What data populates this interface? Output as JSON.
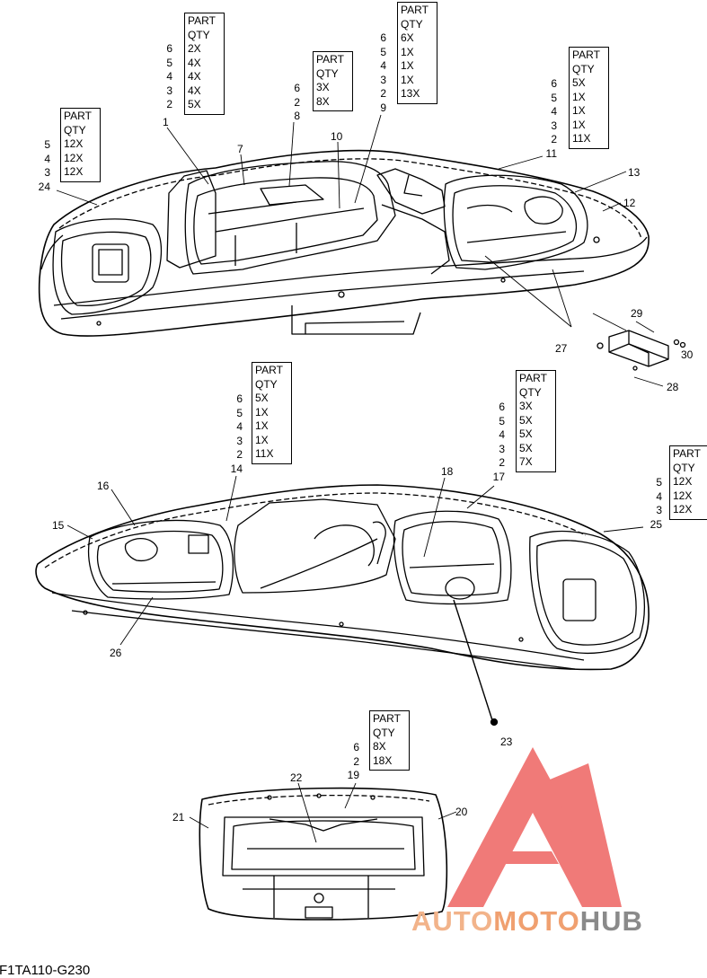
{
  "diagram_code": "F1TA110-G230",
  "watermark": {
    "text_a": "AUTO",
    "text_b": "MOTO",
    "text_c": "HUB",
    "color_a": "#f2b38a",
    "color_b": "#f0a070",
    "color_c": "#8a8a8a",
    "logo_color": "#f07a78"
  },
  "table_header": {
    "part": "PART",
    "qty": "QTY"
  },
  "tables": [
    {
      "parts": [
        "6",
        "5",
        "4",
        "3",
        "2"
      ],
      "qtys": [
        "2X",
        "4X",
        "4X",
        "4X",
        "5X"
      ]
    },
    {
      "parts": [
        "6",
        "2",
        "8"
      ],
      "qtys": [
        "3X",
        "8X"
      ]
    },
    {
      "parts": [
        "6",
        "5",
        "4",
        "3",
        "2",
        "9"
      ],
      "qtys": [
        "6X",
        "1X",
        "1X",
        "1X",
        "13X"
      ]
    },
    {
      "parts": [
        "6",
        "5",
        "4",
        "3",
        "2",
        "11"
      ],
      "qtys": [
        "5X",
        "1X",
        "1X",
        "1X",
        "11X"
      ]
    },
    {
      "parts": [
        "5",
        "4",
        "3",
        "24"
      ],
      "qtys": [
        "12X",
        "12X",
        "12X"
      ]
    },
    {
      "parts": [
        "6",
        "5",
        "4",
        "3",
        "2",
        "14"
      ],
      "qtys": [
        "5X",
        "1X",
        "1X",
        "1X",
        "11X"
      ]
    },
    {
      "parts": [
        "6",
        "5",
        "4",
        "3",
        "2",
        "17"
      ],
      "qtys": [
        "3X",
        "5X",
        "5X",
        "5X",
        "7X"
      ]
    },
    {
      "parts": [
        "5",
        "4",
        "3",
        "25"
      ],
      "qtys": [
        "12X",
        "12X",
        "12X"
      ]
    },
    {
      "parts": [
        "6",
        "2",
        "19"
      ],
      "qtys": [
        "8X",
        "18X"
      ]
    }
  ],
  "callouts": [
    "1",
    "7",
    "10",
    "13",
    "12",
    "29",
    "30",
    "27",
    "28",
    "16",
    "15",
    "18",
    "26",
    "23",
    "22",
    "21",
    "20"
  ]
}
